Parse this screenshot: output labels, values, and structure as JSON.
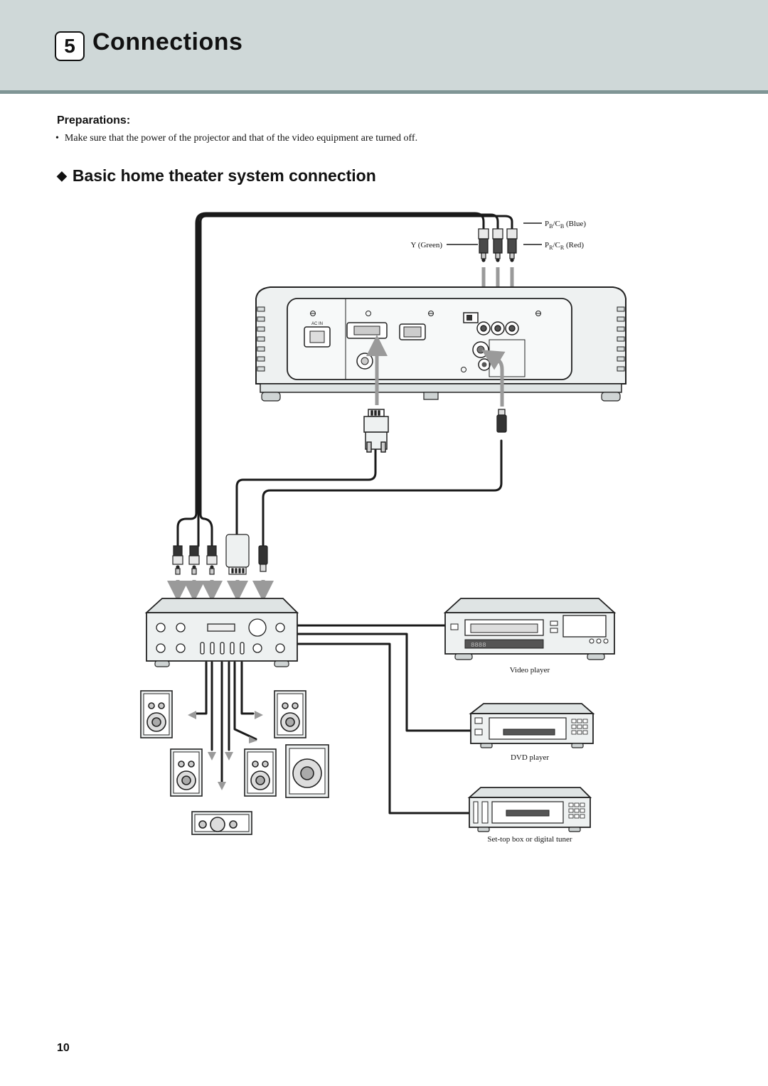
{
  "header": {
    "chapter_number": "5",
    "chapter_title": "Connections"
  },
  "preparations": {
    "heading": "Preparations:",
    "items": [
      "Make sure that the power of the projector and that of the video equipment are turned off."
    ]
  },
  "section": {
    "marker": "◆",
    "heading": "Basic home theater system connection"
  },
  "diagram": {
    "labels": {
      "pb_main": "P",
      "pb_sub1": "B",
      "pb_mid": "/C",
      "pb_sub2": "B",
      "pb_tail": " (Blue)",
      "pr_main": "P",
      "pr_sub1": "R",
      "pr_mid": "/C",
      "pr_sub2": "R",
      "pr_tail": " (Red)",
      "y_green": "Y (Green)",
      "ac_in": "AC IN",
      "video_player": "Video player",
      "dvd_player": "DVD player",
      "settop_box": "Set-top box or digital tuner",
      "vcr_display": "8888"
    },
    "colors": {
      "cable": "#1a1a1a",
      "arrow": "#9a9a9a",
      "device_fill": "#eef1f1",
      "device_stroke": "#222222"
    }
  },
  "footer": {
    "page_number": "10"
  }
}
